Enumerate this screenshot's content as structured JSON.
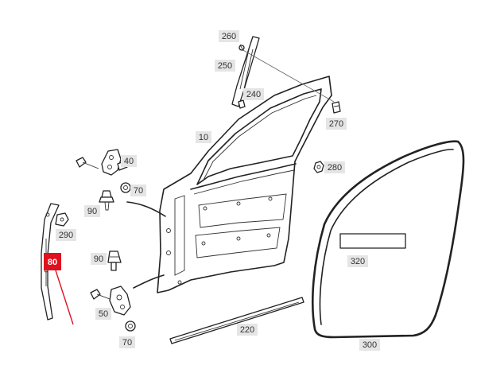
{
  "colors": {
    "highlight": "#e0111f",
    "callout_bg": "#e5e5e5",
    "ink": "#222222"
  },
  "callouts": {
    "c260": "260",
    "c250": "250",
    "c240": "240",
    "c270": "270",
    "c10": "10",
    "c40": "40",
    "c280": "280",
    "c70a": "70",
    "c90a": "90",
    "c290": "290",
    "c80": "80",
    "c90b": "90",
    "c320": "320",
    "c50": "50",
    "c220": "220",
    "c70b": "70",
    "c300": "300"
  }
}
